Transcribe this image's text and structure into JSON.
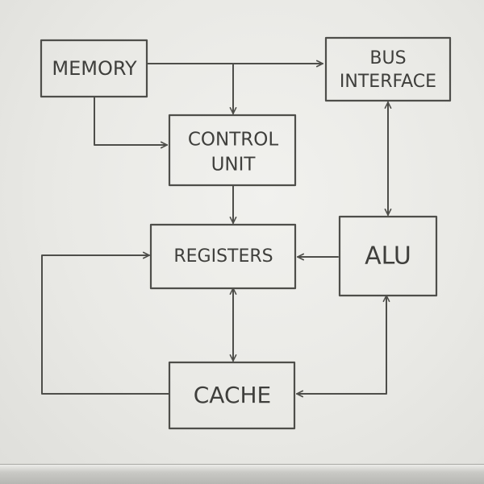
{
  "diagram": {
    "nodes": {
      "memory": {
        "lines": [
          "MEMORY"
        ]
      },
      "bus_interface": {
        "lines": [
          "BUS",
          "INTERFACE"
        ]
      },
      "control_unit": {
        "lines": [
          "CONTROL",
          "UNIT"
        ]
      },
      "registers": {
        "lines": [
          "REGISTERS"
        ]
      },
      "alu": {
        "lines": [
          "ALU"
        ]
      },
      "cache": {
        "lines": [
          "CACHE"
        ]
      }
    },
    "edges": [
      {
        "from": "memory",
        "to": "bus_interface",
        "direction": "forward"
      },
      {
        "from": "memory",
        "to": "control_unit",
        "direction": "forward"
      },
      {
        "from": "control_unit",
        "to": "registers",
        "direction": "forward"
      },
      {
        "from": "alu",
        "to": "registers",
        "direction": "forward"
      },
      {
        "from": "bus_interface",
        "to": "alu",
        "direction": "both"
      },
      {
        "from": "registers",
        "to": "cache",
        "direction": "both"
      },
      {
        "from": "cache",
        "to": "registers",
        "direction": "forward"
      },
      {
        "from": "alu",
        "to": "cache",
        "direction": "both"
      }
    ],
    "colors": {
      "ink": "#4e4e4a",
      "board": "#ecece9"
    }
  }
}
